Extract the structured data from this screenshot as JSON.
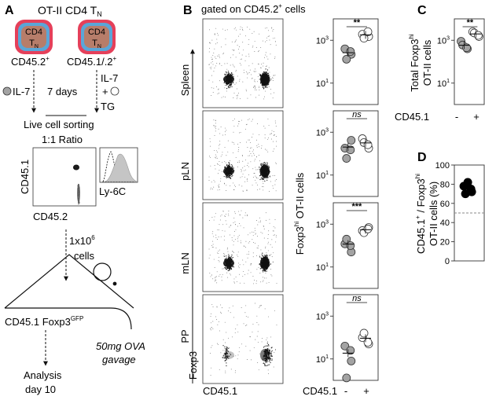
{
  "panels": {
    "a": "A",
    "b": "B",
    "c": "C",
    "d": "D"
  },
  "panelA": {
    "title": "OT-II CD4 T",
    "title_sub": "N",
    "cell_label_top": "CD4",
    "cell_label_bottom": "T",
    "cell_label_sub": "N",
    "left_population": "CD45.2",
    "left_population_sup": "+",
    "right_population": "CD45.1/.2",
    "right_population_sup": "+",
    "left_treatment": "IL-7",
    "duration": "7 days",
    "right_treatment_line1": "IL-7",
    "right_treatment_line2": "+",
    "right_treatment_line3": "TG",
    "sorting": "Live cell sorting",
    "ratio": "1:1 Ratio",
    "facs_ylabel": "CD45.1",
    "facs_xlabel": "CD45.2",
    "histogram_label": "Ly-6C",
    "dose_line1": "1x10",
    "dose_sup": "6",
    "dose_line2": "cells",
    "recipient": "CD45.1 Foxp3",
    "recipient_sup": "GFP",
    "gavage_line1": "50mg OVA",
    "gavage_line2": "gavage",
    "analysis_line1": "Analysis",
    "analysis_line2": "day 10"
  },
  "panelB": {
    "gate_title": "gated on CD45.2",
    "gate_title_sup": "+",
    "gate_title_end": " cells",
    "flow_ylabel": "Foxp3",
    "flow_xlabel": "CD45.1",
    "stat_ylabel_pre": "Foxp3",
    "stat_ylabel_sup": "hi",
    "stat_ylabel_post": " OT-II cells",
    "x_axis_title": "CD45.1",
    "x_ticks": [
      "-",
      "+"
    ],
    "tissues": [
      {
        "name": "Spleen",
        "significance": "**"
      },
      {
        "name": "pLN",
        "significance": "ns"
      },
      {
        "name": "mLN",
        "significance": "***"
      },
      {
        "name": "PP",
        "significance": "ns"
      }
    ]
  },
  "panelC": {
    "ylabel_line1_pre": "Total Foxp3",
    "ylabel_line1_sup": "hi",
    "ylabel_line2": "OT-II cells",
    "x_axis_title": "CD45.1",
    "x_ticks": [
      "-",
      "+"
    ],
    "significance": "**"
  },
  "panelD": {
    "ylabel_line1_a": "CD45.1",
    "ylabel_line1_sup1": "+",
    "ylabel_line1_b": " / Foxp3",
    "ylabel_line1_sup2": "hi",
    "ylabel_line2": "OT-II cells (%)"
  },
  "colors": {
    "cd45_2_fill": "#a3a3a3",
    "cd45_1_fill": "#ffffff",
    "cell_outer": "#e5405a",
    "cell_inner": "#5aa6d8",
    "cell_core": "#b77d6a",
    "percent_dots": "#000000"
  },
  "chart_data": [
    {
      "type": "scatter",
      "panel": "B-Spleen",
      "scale": "log",
      "ylim": [
        1,
        10000
      ],
      "yticks": [
        "10^1",
        "10^3"
      ],
      "categories": [
        "-",
        "+"
      ],
      "series": [
        {
          "values": [
            400,
            220,
            130,
            300
          ]
        },
        {
          "values": [
            1900,
            1500,
            1250,
            2500
          ]
        }
      ],
      "significance": "**"
    },
    {
      "type": "scatter",
      "panel": "B-pLN",
      "scale": "log",
      "ylim": [
        1,
        10000
      ],
      "yticks": [
        "10^1",
        "10^3"
      ],
      "categories": [
        "-",
        "+"
      ],
      "series": [
        {
          "values": [
            180,
            420,
            60,
            150
          ]
        },
        {
          "values": [
            500,
            180,
            330,
            260
          ]
        }
      ],
      "significance": "ns"
    },
    {
      "type": "scatter",
      "panel": "B-mLN",
      "scale": "log",
      "ylim": [
        1,
        10000
      ],
      "yticks": [
        "10^1",
        "10^3"
      ],
      "categories": [
        "-",
        "+"
      ],
      "series": [
        {
          "values": [
            120,
            50,
            200,
            100
          ]
        },
        {
          "values": [
            500,
            700,
            400,
            600
          ]
        }
      ],
      "significance": "***"
    },
    {
      "type": "scatter",
      "panel": "B-PP",
      "scale": "log",
      "ylim": [
        1,
        10000
      ],
      "yticks": [
        "10^1",
        "10^3"
      ],
      "categories": [
        "-",
        "+"
      ],
      "series": [
        {
          "values": [
            40,
            8,
            1.3,
            25
          ]
        },
        {
          "values": [
            100,
            50,
            160,
            60
          ]
        }
      ],
      "significance": "ns"
    },
    {
      "type": "scatter",
      "panel": "C",
      "scale": "log",
      "ylim": [
        1,
        10000
      ],
      "yticks": [
        "10^1",
        "10^3"
      ],
      "categories": [
        "-",
        "+"
      ],
      "series": [
        {
          "values": [
            900,
            400,
            600,
            450
          ]
        },
        {
          "values": [
            2500,
            1500,
            2200,
            1700
          ]
        }
      ],
      "significance": "**"
    },
    {
      "type": "scatter",
      "panel": "D",
      "scale": "linear",
      "ylim": [
        0,
        100
      ],
      "yticks": [
        "0",
        "20",
        "40",
        "60",
        "80",
        "100"
      ],
      "reference_line": 50,
      "categories": [
        ""
      ],
      "series": [
        {
          "values": [
            78,
            72,
            82,
            70,
            75
          ]
        }
      ]
    }
  ]
}
